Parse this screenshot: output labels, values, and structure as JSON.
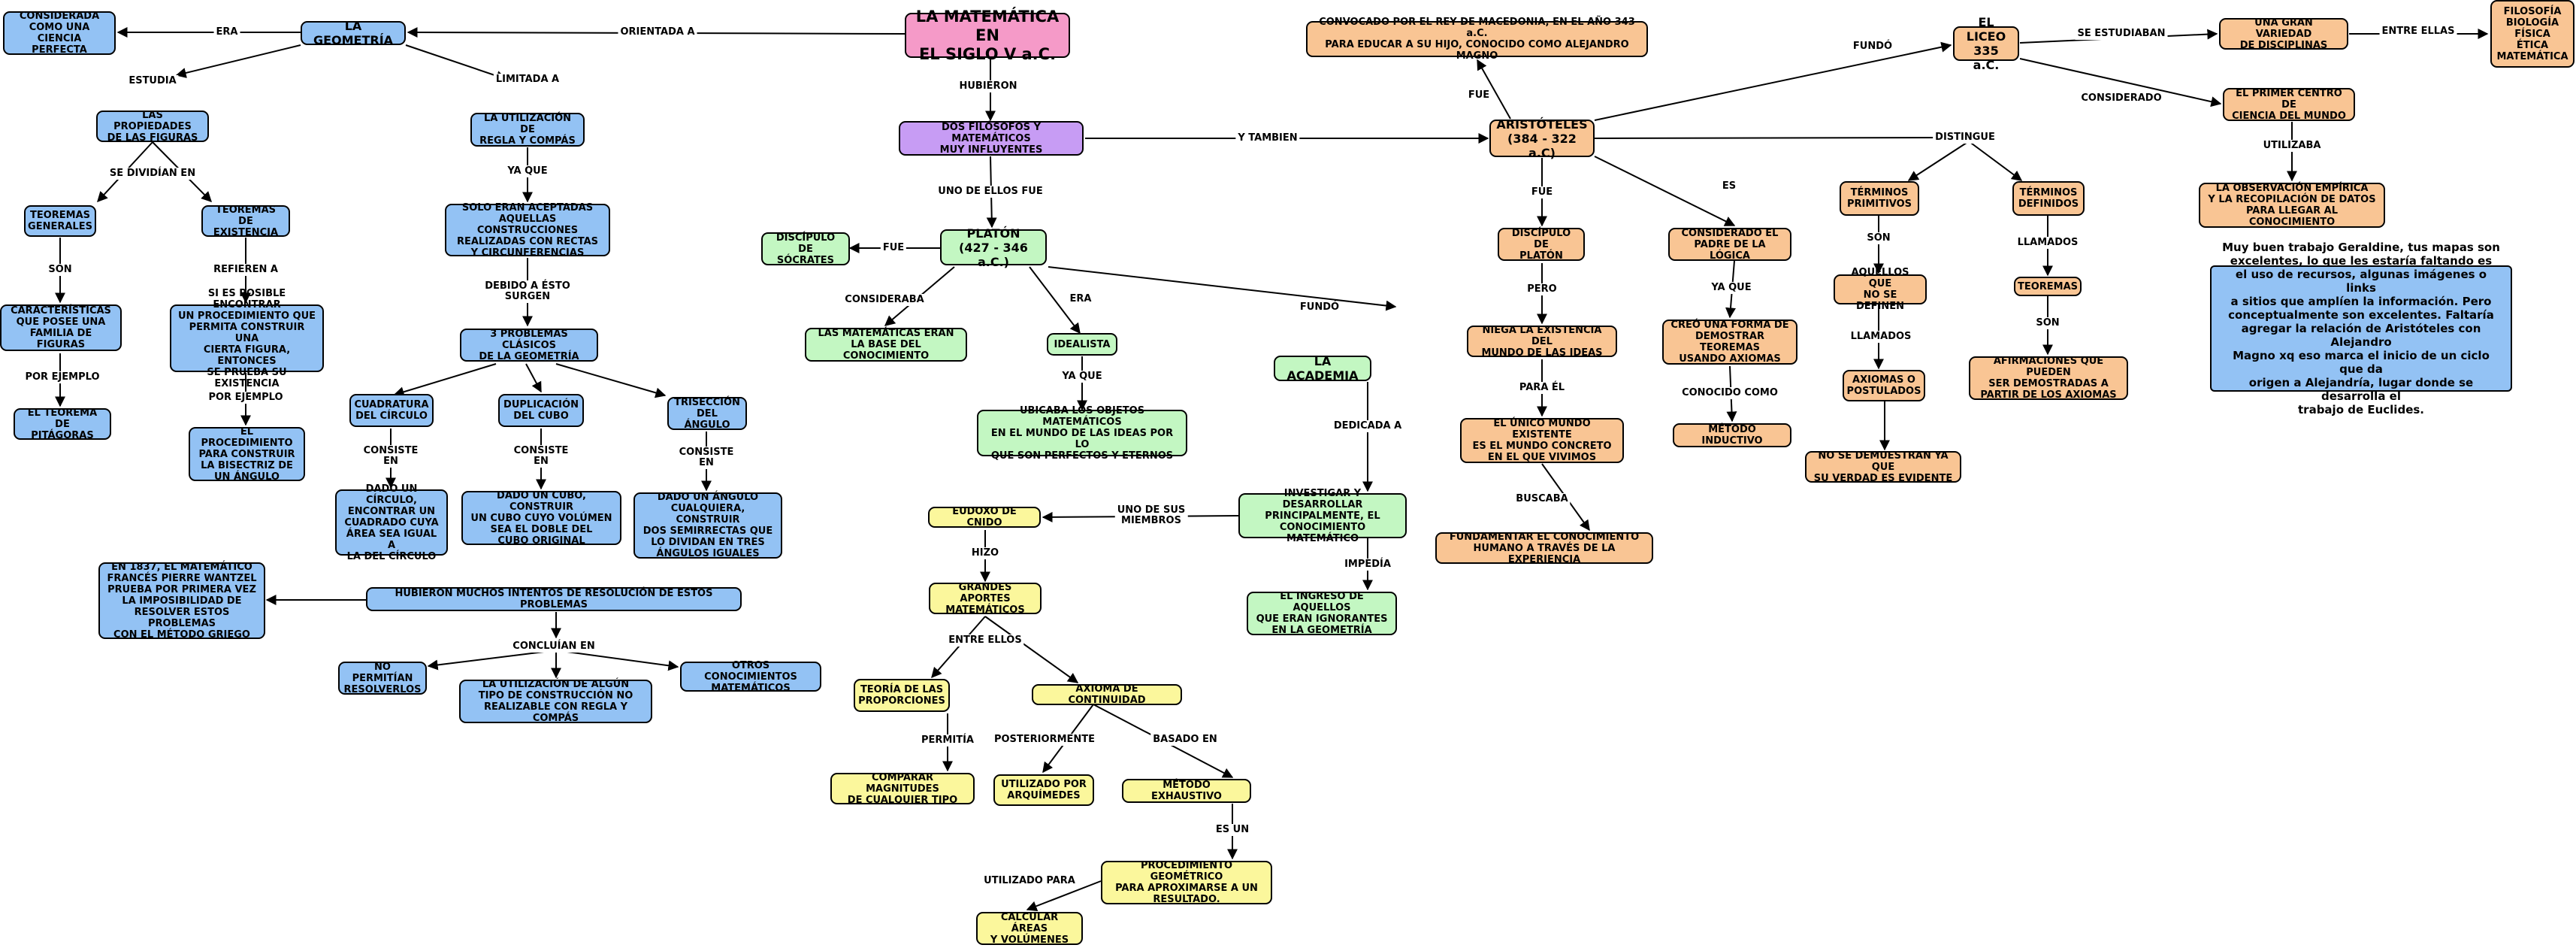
{
  "diagram": {
    "colors": {
      "blue": "#93c2f4",
      "pink": "#f59ac8",
      "purple": "#c79cf4",
      "green": "#c3f7c2",
      "yellow": "#fbf79c",
      "orange": "#f9c594"
    },
    "nodes": {
      "root": "LA MATEMÁTICA EN\nEL SIGLO V a.C.",
      "geometria": "LA GEOMETRÍA",
      "ciencia_perfecta": "CONSIDERADA\nCOMO UNA\nCIENCIA PERFECTA",
      "propiedades": "LAS PROPIEDADES\nDE LAS FIGURAS",
      "teoremas_generales": "TEOREMAS\nGENERALES",
      "teoremas_existencia": "TEOREMAS DE\nEXISTENCIA",
      "caracteristicas": "CARACTERÍSTICAS\nQUE POSEE UNA\nFAMILIA DE FIGURAS",
      "pitagoras": "EL TEOREMA DE\nPITÁGORAS",
      "si_es_posible": "SI ES POSIBLE ENCONTRAR\nUN PROCEDIMIENTO QUE\nPERMITA CONSTRUIR UNA\nCIERTA FIGURA, ENTONCES\nSE PRUEBA SU EXISTENCIA",
      "bisectriz": "EL PROCEDIMIENTO\nPARA CONSTRUIR\nLA BISECTRIZ DE\nUN ÁNGULO",
      "regla_compas": "LA UTILIZACIÓN DE\nREGLA Y COMPÁS",
      "solo_aceptadas": "SOLO ERAN ACEPTADAS\nAQUELLAS CONSTRUCCIONES\nREALIZADAS CON RECTAS\nY CIRCUNFERENCIAS",
      "tres_problemas": "3 PROBLEMAS CLÁSICOS\nDE LA GEOMETRÍA",
      "cuadratura": "CUADRATURA\nDEL CÍRCULO",
      "duplicacion": "DUPLICACIÓN\nDEL CUBO",
      "triseccion": "TRISECCIÓN\nDEL ÁNGULO",
      "dado_circulo": "DADO UN CÍRCULO,\nENCONTRAR UN\nCUADRADO CUYA\nÁREA SEA IGUAL A\nLA DEL CÍRCULO",
      "dado_cubo": "DADO UN CUBO, CONSTRUIR\nUN CUBO CUYO VOLÚMEN\nSEA EL DOBLE DEL\nCUBO ORIGINAL",
      "dado_angulo": "DADO UN ÁNGULO\nCUALQUIERA, CONSTRUIR\nDOS SEMIRRECTAS QUE\nLO DIVIDAN EN TRES\nÁNGULOS IGUALES",
      "intentos": "HUBIERON MUCHOS INTENTOS DE RESOLUCIÓN DE ESTOS PROBLEMAS",
      "wantzel": "EN 1837, EL MATEMÁTICO\nFRANCÉS PIERRE WANTZEL\nPRUEBA POR PRIMERA VEZ\nLA IMPOSIBILIDAD DE\nRESOLVER ESTOS PROBLEMAS\nCON EL MÉTODO GRIEGO",
      "no_permitian": "NO PERMITÍAN\nRESOLVERLOS",
      "utilizacion_algun": "LA UTILIZACIÓN DE ALGÚN\nTIPO DE CONSTRUCCIÓN NO\nREALIZABLE CON REGLA Y COMPÁS",
      "otros_conocimientos": "OTROS CONOCIMIENTOS\nMATEMÁTICOS",
      "filosofos": "DOS FILÓSOFOS Y MATEMÁTICOS\nMUY INFLUYENTES",
      "platon": "PLATÓN\n(427 - 346 a.C.)",
      "discipulo_socrates": "DISCÍPULO DE\nSÓCRATES",
      "matematicas_base": "LAS MATEMÁTICAS ERAN\nLA BASE DEL CONOCIMIENTO",
      "idealista": "IDEALISTA",
      "ubicaba": "UBICABA LOS OBJETOS MATEMÁTICOS\nEN EL MUNDO DE LAS IDEAS POR LO\nQUE SON PERFECTOS Y ETERNOS",
      "academia": "LA ACADEMIA",
      "investigar": "INVESTIGAR Y DESARROLLAR\nPRINCIPALMENTE, EL\nCONOCIMIENTO MATEMÁTICO",
      "ingreso": "EL INGRESO DE AQUELLOS\nQUE ERAN IGNORANTES\nEN LA GEOMETRÍA",
      "eudoxo": "EUDOXO DE CNIDO",
      "grandes_aportes": "GRANDES APORTES\nMATEMÁTICOS",
      "teoria_proporciones": "TEORÍA DE LAS\nPROPORCIONES",
      "axioma_continuidad": "AXIOMA DE CONTINUIDAD",
      "comparar": "COMPARAR MAGNITUDES\nDE CUALQUIER TIPO",
      "utilizado_arquimedes": "UTILIZADO POR\nARQUÍMEDES",
      "metodo_exhaustivo": "MÉTODO EXHAUSTIVO",
      "procedimiento_geometrico": "PROCEDIMIENTO GEOMÉTRICO\nPARA APROXIMARSE A UN\nRESULTADO.",
      "calcular_areas": "CALCULAR ÁREAS\nY VOLÚMENES",
      "aristoteles": "ARISTÓTELES\n(384 - 322 a.C)",
      "convocado": "CONVOCADO POR EL REY DE MACEDONIA, EN EL AÑO 343 a.C.\nPARA EDUCAR A SU HIJO, CONOCIDO COMO ALEJANDRO MAGNO",
      "discipulo_platon": "DISCÍPULO DE\nPLATÓN",
      "niega": "NIEGA LA EXISTENCIA DEL\nMUNDO DE LAS IDEAS",
      "unico_mundo": "EL ÚNICO MUNDO EXISTENTE\nES EL MUNDO CONCRETO\nEN EL QUE VIVIMOS",
      "fundamentar": "FUNDAMENTAR EL CONOCIMIENTO\nHUMANO A TRAVÉS DE LA EXPERIENCIA",
      "padre_logica": "CONSIDERADO EL\nPADRE DE LA LÓGICA",
      "creo_forma": "CREÓ UNA FORMA DE\nDEMOSTRAR TEOREMAS\nUSANDO AXIOMAS",
      "metodo_inductivo": "MÉTODO INDUCTIVO",
      "liceo": "EL LICEO\n335 a.C.",
      "variedad": "UNA GRAN VARIEDAD\nDE DISCIPLINAS",
      "disciplinas": "FILOSOFÍA\nBIOLOGÍA\nFÍSICA\nÉTICA\nMATEMÁTICA",
      "primer_centro": "EL PRIMER CENTRO DE\nCIENCIA DEL MUNDO",
      "observacion": "LA OBSERVACIÓN EMPÍRICA\nY LA RECOPILACIÓN DE DATOS\nPARA LLEGAR AL CONOCIMIENTO",
      "terminos_primitivos": "TÉRMINOS\nPRIMITIVOS",
      "terminos_definidos": "TÉRMINOS\nDEFINIDOS",
      "no_se_definen": "AQUELLOS QUE\nNO SE DEFINEN",
      "axiomas_postulados": "AXIOMAS O\nPOSTULADOS",
      "no_demuestran": "NO SE DEMUESTRAN YA QUE\nSU VERDAD ES EVIDENTE",
      "teoremas": "TEOREMAS",
      "afirmaciones": "AFIRMACIONES QUE PUEDEN\nSER DEMOSTRADAS A\nPARTIR DE LOS AXIOMAS",
      "comentario": "Muy buen trabajo Geraldine, tus mapas son\nexcelentes, lo que les estaría faltando es\nel uso de recursos, algunas imágenes o links\na sitios que amplíen la información.   Pero\nconceptualmente son excelentes.  Faltaría\nagregar la relación de Aristóteles con Alejandro\nMagno xq eso marca el inicio de un ciclo que da\norigen a Alejandría, lugar donde se desarrolla el\ntrabajo de Euclides."
    },
    "labels": {
      "orientada": "ORIENTADA A",
      "era_geo": "ERA",
      "estudia": "ESTUDIA",
      "limitada": "LIMITADA A",
      "se_dividian": "SE DIVIDÍAN EN",
      "son_1": "SON",
      "refieren": "REFIEREN A",
      "por_ejemplo_1": "POR EJEMPLO",
      "por_ejemplo_2": "POR EJEMPLO",
      "ya_que_1": "YA QUE",
      "debido": "DEBIDO A ÉSTO\nSURGEN",
      "consiste_1": "CONSISTE\nEN",
      "consiste_2": "CONSISTE\nEN",
      "consiste_3": "CONSISTE\nEN",
      "concluian": "CONCLUÍAN EN",
      "hubieron": "HUBIERON",
      "y_tambien": "Y TAMBIEN",
      "uno_de_ellos": "UNO DE ELLOS FUE",
      "fue_platon": "FUE",
      "consideraba": "CONSIDERABA",
      "era_platon": "ERA",
      "ya_que_2": "YA QUE",
      "fundo_platon": "FUNDÓ",
      "dedicada": "DEDICADA A",
      "impedia": "IMPEDÍA",
      "uno_de_sus": "UNO DE SUS\nMIEMBROS",
      "hizo": "HIZO",
      "entre_ellos_1": "ENTRE ELLOS",
      "permitia": "PERMITÍA",
      "posteriormente": "POSTERIORMENTE",
      "basado": "BASADO EN",
      "es_un": "ES UN",
      "utilizado_para": "UTILIZADO PARA",
      "fue_macedonia": "FUE",
      "fue_aris": "FUE",
      "pero": "PERO",
      "para_el": "PARA ÉL",
      "buscaba": "BUSCABA",
      "es_aris": "ES",
      "ya_que_3": "YA QUE",
      "conocido_como": "CONOCIDO COMO",
      "fundo_aris": "FUNDÓ",
      "se_estudiaban": "SE ESTUDIABAN",
      "entre_ellas": "ENTRE ELLAS",
      "considerado": "CONSIDERADO",
      "utilizaba": "UTILIZABA",
      "distingue": "DISTINGUE",
      "son_2": "SON",
      "llamados_1": "LLAMADOS",
      "llamados_2": "LLAMADOS",
      "son_3": "SON"
    }
  }
}
